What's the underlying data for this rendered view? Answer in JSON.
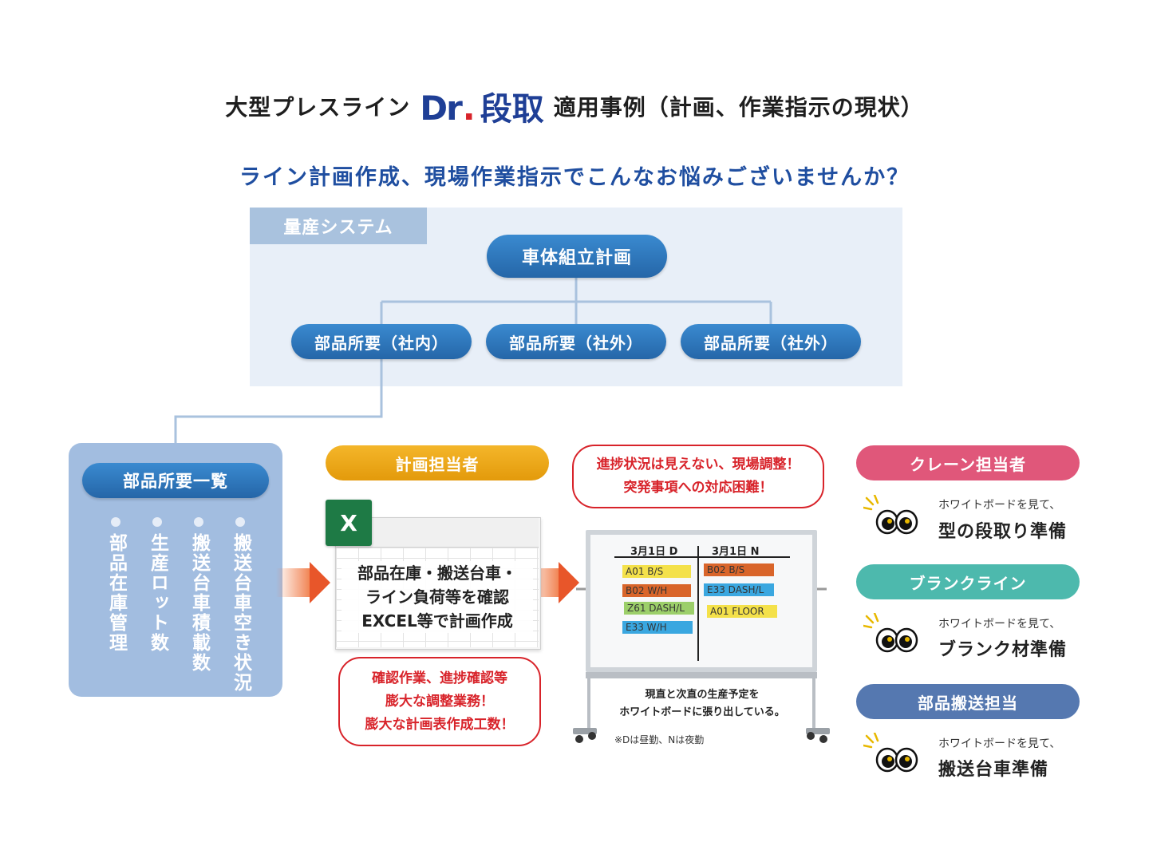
{
  "title": {
    "prefix": "大型プレスライン",
    "logo_dr": "Dr",
    "logo_dot": ".",
    "logo_dandori": "段取",
    "suffix": "適用事例（計画、作業指示の現状）"
  },
  "subtitle": "ライン計画作成、現場作業指示でこんなお悩みございませんか？",
  "mass_system": {
    "label": "量産システム",
    "top_node": "車体組立計画",
    "children": [
      "部品所要（社内）",
      "部品所要（社外）",
      "部品所要（社外）"
    ]
  },
  "parts_list": {
    "header": "部品所要一覧",
    "items": [
      "部品在庫管理",
      "生産ロット数",
      "搬送台車積載数",
      "搬送台車空き状況"
    ]
  },
  "planner": {
    "header": "計画担当者",
    "excel_icon": "X",
    "caption_lines": [
      "部品在庫・搬送台車・",
      "ライン負荷等を確認",
      "EXCEL等で計画作成"
    ],
    "issue_lines": [
      "確認作業、進捗確認等",
      "膨大な調整業務！",
      "膨大な計画表作成工数！"
    ]
  },
  "whiteboard": {
    "issue_lines": [
      "進捗状況は見えない、現場調整！",
      "突発事項への対応困難！"
    ],
    "col_d_header": "3月1日 D",
    "col_n_header": "3月1日 N",
    "col_d_tags": [
      {
        "text": "A01 B/S",
        "color": "#f4e14a"
      },
      {
        "text": "B02 W/H",
        "color": "#d9652a"
      },
      {
        "text": "Z61 DASH/L",
        "color": "#9ccf6a"
      },
      {
        "text": "E33 W/H",
        "color": "#3aa7e0"
      }
    ],
    "col_n_tags": [
      {
        "text": "B02 B/S",
        "color": "#d9652a"
      },
      {
        "text": "E33 DASH/L",
        "color": "#3aa7e0"
      },
      {
        "text": "A01 FLOOR",
        "color": "#f4e14a"
      }
    ],
    "caption_lines": [
      "現直と次直の生産予定を",
      "ホワイトボードに張り出している。"
    ],
    "note": "※Dは昼勤、Nは夜勤"
  },
  "roles": [
    {
      "name": "クレーン担当者",
      "color": "#e0577a",
      "small": "ホワイトボードを見て、",
      "big": "型の段取り準備"
    },
    {
      "name": "ブランクライン",
      "color": "#4db9ad",
      "small": "ホワイトボードを見て、",
      "big": "ブランク材準備"
    },
    {
      "name": "部品搬送担当",
      "color": "#5578b0",
      "small": "ホワイトボードを見て、",
      "big": "搬送台車準備"
    }
  ]
}
